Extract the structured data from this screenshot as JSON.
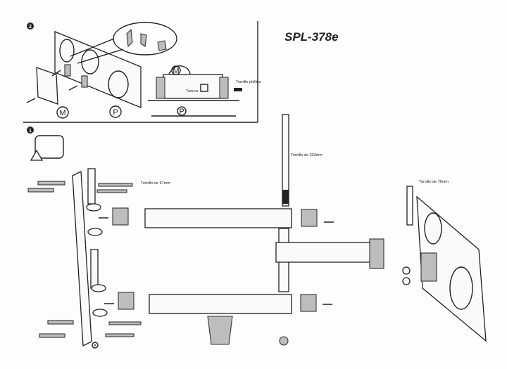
{
  "title": "SPL-378e",
  "step2": {
    "number": "2",
    "label_m": "M",
    "label_p": "P",
    "detail_label_m": "M",
    "detail_label_p": "P",
    "nut_label": "Tuerca",
    "screw_label": "Tornillo phillips"
  },
  "step1": {
    "number": "1",
    "screw_57": "Tornillo de 57mm",
    "screw_203": "Tornillo de 203mm",
    "screw_76": "Tornillo de 76mm",
    "label_a": "A"
  }
}
